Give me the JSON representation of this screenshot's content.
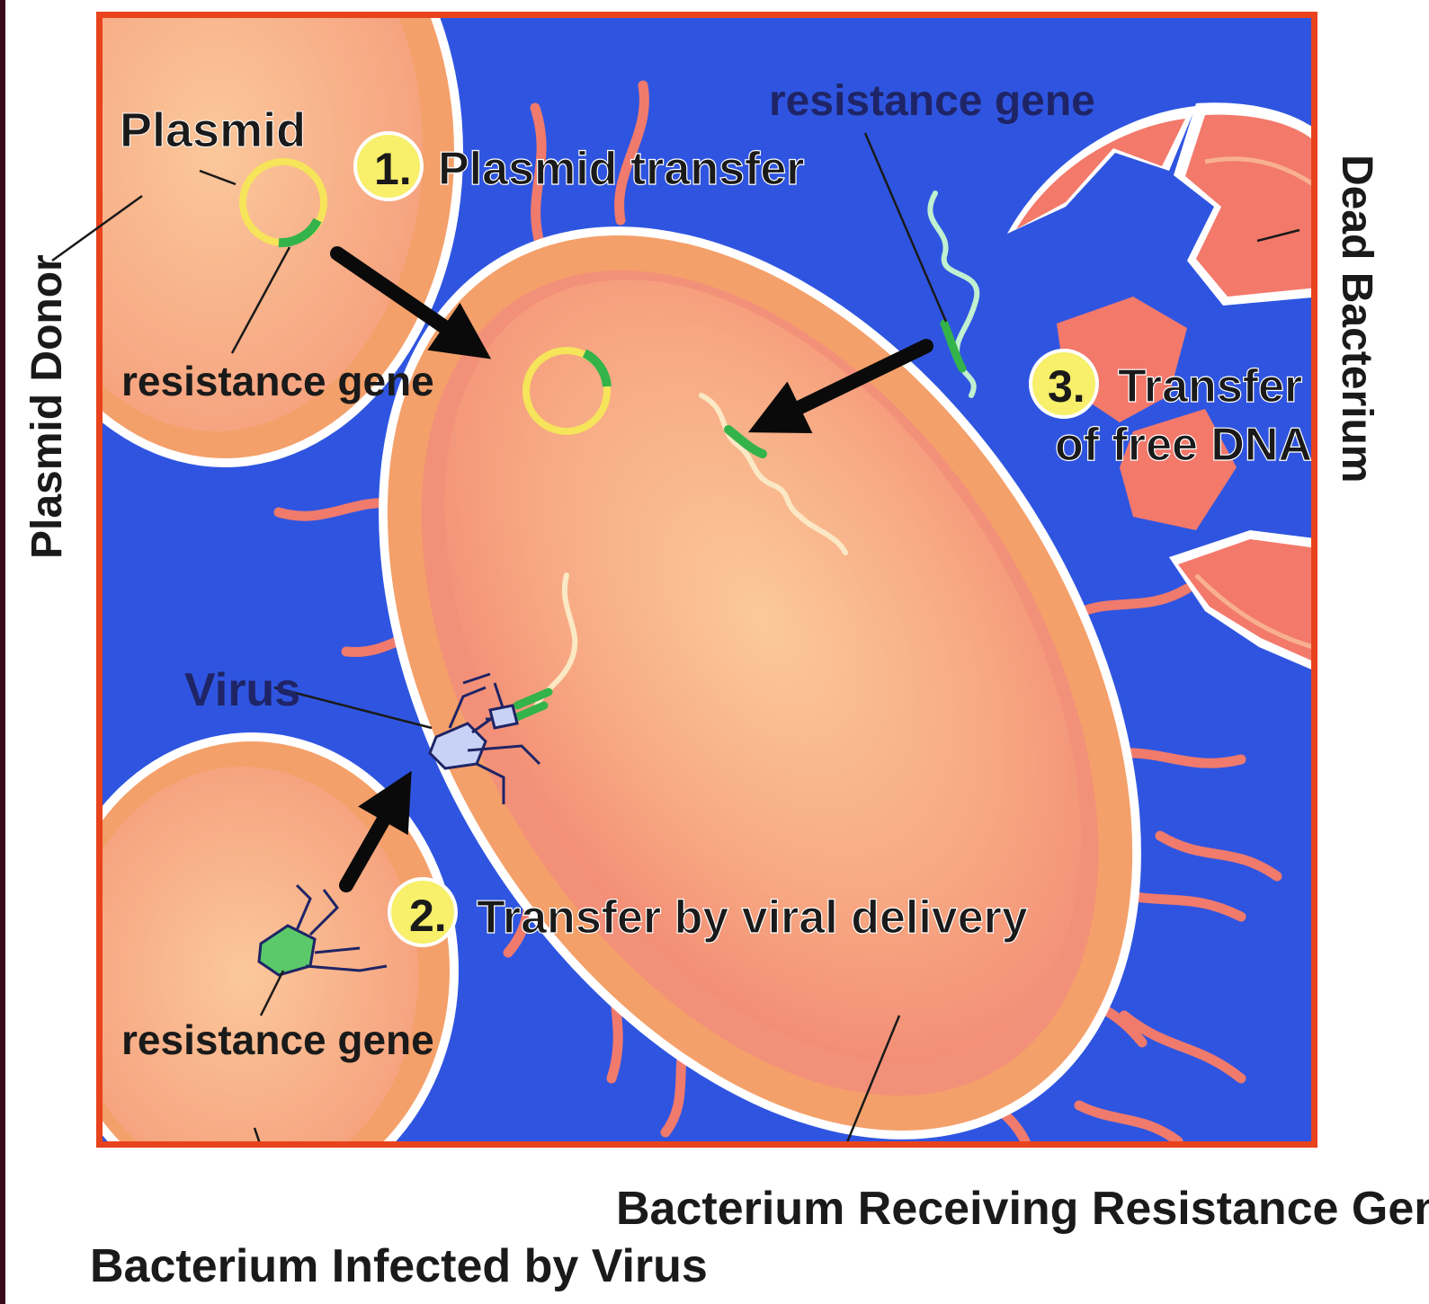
{
  "colors": {
    "frame_border": "#e8431c",
    "background_blue": "#2f55e0",
    "cell_membrane": "#f4a06a",
    "cell_interior": "#f39079",
    "flagella": "#f07a6c",
    "plasmid_ring": "#f6e45a",
    "resistance_gene": "#33b34a",
    "step_badge": "#f8ef6a",
    "virus_fill": "#c8d2f6",
    "label_dark": "#1a1a1a",
    "label_navy": "#1f2466"
  },
  "icons": [
    "plasmid-ring-icon",
    "resistance-gene-segment-icon",
    "virus-icon",
    "dna-strand-icon",
    "arrow-icon"
  ],
  "labels": {
    "plasmid": "Plasmid",
    "plasmid_donor": "Plasmid Donor",
    "resistance_gene_top": "resistance gene",
    "resistance_gene_plasmid": "resistance gene",
    "resistance_gene_virus": "resistance gene",
    "virus": "Virus",
    "dead_bacterium": "Dead Bacterium",
    "bacterium_receiving": "Bacterium Receiving Resistance Genes",
    "bacterium_infected": "Bacterium Infected by Virus"
  },
  "steps": [
    {
      "number": "1.",
      "text": "Plasmid transfer"
    },
    {
      "number": "2.",
      "text": "Transfer by viral delivery"
    },
    {
      "number": "3.",
      "text": "Transfer",
      "text_line2": "of free DNA"
    }
  ]
}
